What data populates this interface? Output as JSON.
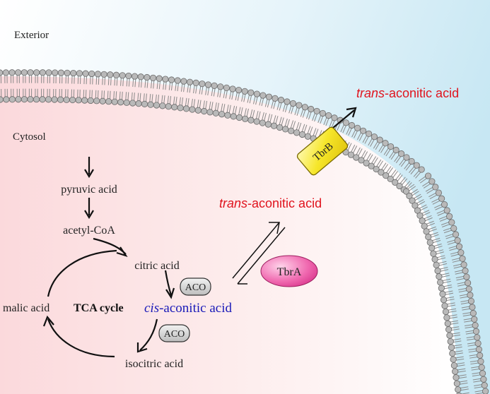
{
  "regions": {
    "exterior_label": "Exterior",
    "cytosol_label": "Cytosol"
  },
  "pathway": {
    "pyruvic_acid": "pyruvic acid",
    "acetyl_coa": "acetyl-CoA",
    "citric_acid": "citric acid",
    "cycle_label": "TCA cycle",
    "malic_acid": "malic acid",
    "isocitric_acid": "isocitric acid",
    "cis_prefix": "cis",
    "cis_suffix": "-aconitic acid"
  },
  "enzymes": {
    "aco_1": "ACO",
    "aco_2": "ACO",
    "tbra": "TbrA",
    "tbrb": "TbrB"
  },
  "products": {
    "inner_prefix": "trans",
    "inner_suffix": "-aconitic acid",
    "outer_prefix": "trans",
    "outer_suffix": "-aconitic acid"
  },
  "colors": {
    "trans_red": "#e0141e",
    "cis_blue": "#1a1ab8",
    "transporter_yellow": "#f3e21a",
    "tbra_magenta": "#e8459a",
    "exterior_blue": "#cfe9f4",
    "cytosol_pink": "#fbe1e2"
  }
}
